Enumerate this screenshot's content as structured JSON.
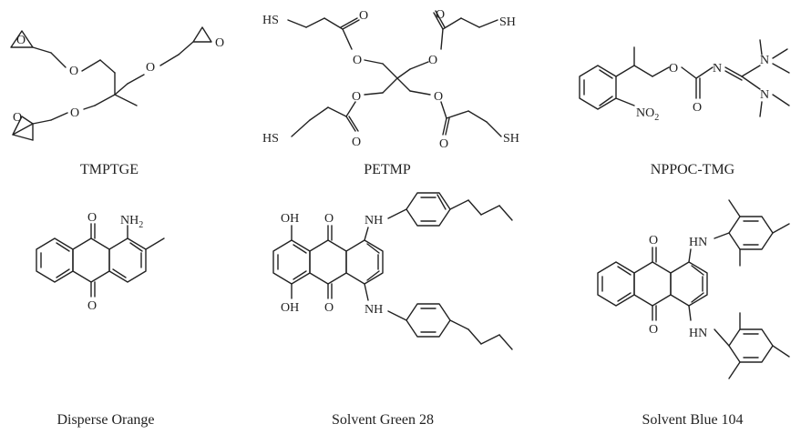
{
  "molecules": [
    {
      "name": "TMPTGE"
    },
    {
      "name": "PETMP"
    },
    {
      "name": "NPPOC-TMG"
    },
    {
      "name": "Disperse Orange"
    },
    {
      "name": "Solvent Green 28"
    },
    {
      "name": "Solvent Blue 104"
    }
  ],
  "atoms": {
    "O": "O",
    "SH": "SH",
    "HS": "HS",
    "N": "N",
    "NH": "NH",
    "HN": "HN",
    "NH2_main": "NH",
    "NH2_sub": "2",
    "NO2_main": "NO",
    "NO2_sub": "2",
    "OH": "OH"
  }
}
